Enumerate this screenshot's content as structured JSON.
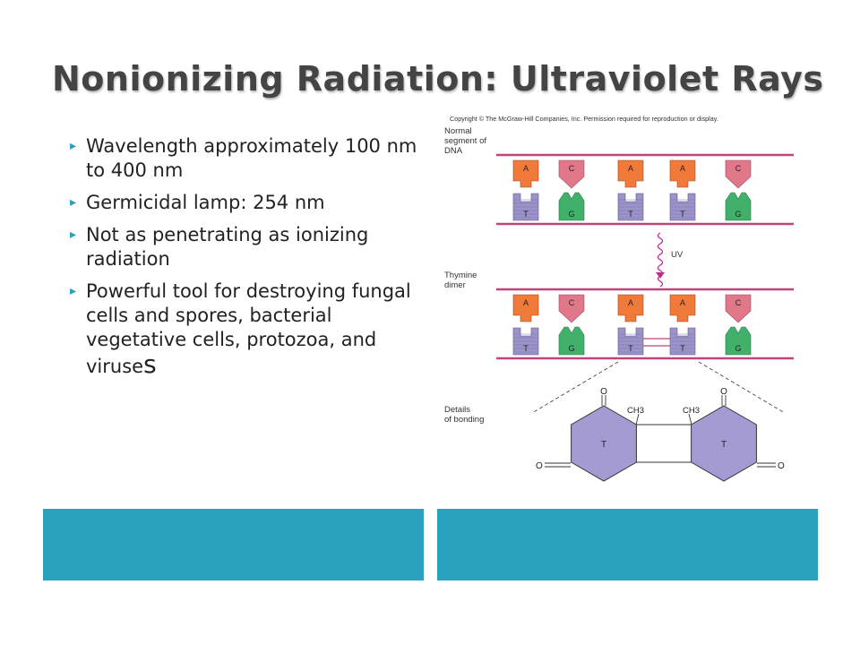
{
  "title": "Nonionizing Radiation:  Ultraviolet Rays",
  "bullets": [
    {
      "text": "Wavelength approximately 100 nm to 400 nm"
    },
    {
      "text": "Germicidal lamp:  254 nm"
    },
    {
      "text": "Not as penetrating as ionizing radiation"
    },
    {
      "text": "Powerful tool for destroying fungal cells and spores, bacterial vegetative cells, protozoa, and viruse",
      "tail": "s"
    }
  ],
  "figure": {
    "copyright": "Copyright © The McGraw-Hill Companies, Inc. Permission required for reproduction or display.",
    "label_normal": [
      "Normal",
      "segment of",
      "DNA"
    ],
    "label_dimer": [
      "Thymine",
      "dimer"
    ],
    "label_details": [
      "Details",
      "of bonding"
    ],
    "uv_label": "UV",
    "top_bases": [
      "A",
      "C",
      "A",
      "A",
      "C"
    ],
    "bottom_bases": [
      "T",
      "G",
      "T",
      "T",
      "G"
    ],
    "ch3": "CH3",
    "ring_letter": "T",
    "oxygen": "O",
    "colors": {
      "A": "#f07a3a",
      "C": "#e0788a",
      "T": "#9a94c8",
      "G": "#41b06a",
      "strand": "#c0437a",
      "ring": "#a39bd2"
    }
  },
  "colors": {
    "accent": "#2aa1bf",
    "title": "#444444"
  }
}
